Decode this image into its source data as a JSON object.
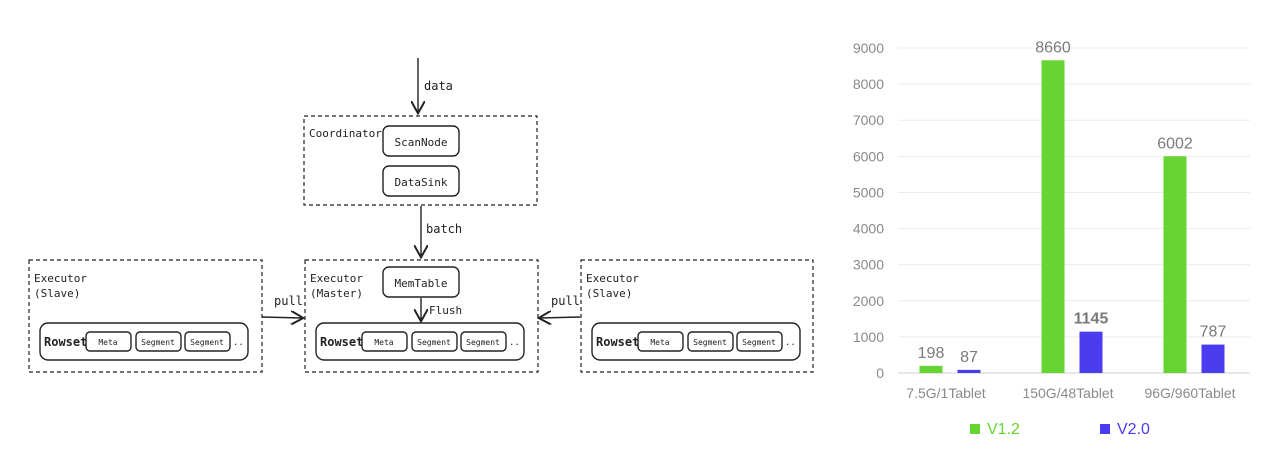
{
  "diagram": {
    "data_label": "data",
    "batch_label": "batch",
    "coordinator": {
      "title": "Coordinator",
      "scan_node": "ScanNode",
      "data_sink": "DataSink"
    },
    "master": {
      "title_line1": "Executor",
      "title_line2": "(Master)",
      "memtable": "MemTable",
      "flush_label": "Flush"
    },
    "slave_left": {
      "title_line1": "Executor",
      "title_line2": "(Slave)"
    },
    "slave_right": {
      "title_line1": "Executor",
      "title_line2": "(Slave)"
    },
    "pull_label": "pull",
    "rowset": {
      "label": "Rowset",
      "meta": "Meta",
      "segment": "Segment",
      "ellipsis": ".."
    }
  },
  "chart_data": {
    "type": "bar",
    "categories": [
      "7.5G/1Tablet",
      "150G/48Tablet",
      "96G/960Tablet"
    ],
    "series": [
      {
        "name": "V1.2",
        "color": "#66d432",
        "values": [
          198,
          8660,
          6002
        ],
        "labels": [
          "198",
          "8660",
          "6002"
        ]
      },
      {
        "name": "V2.0",
        "color": "#4a3df0",
        "values": [
          87,
          1145,
          787
        ],
        "labels": [
          "87",
          "1145",
          "787"
        ]
      }
    ],
    "ylim": [
      0,
      9000
    ],
    "yticks": [
      0,
      1000,
      2000,
      3000,
      4000,
      5000,
      6000,
      7000,
      8000,
      9000
    ],
    "grid": true,
    "legend": "bottom",
    "title": "",
    "xlabel": "",
    "ylabel": ""
  }
}
